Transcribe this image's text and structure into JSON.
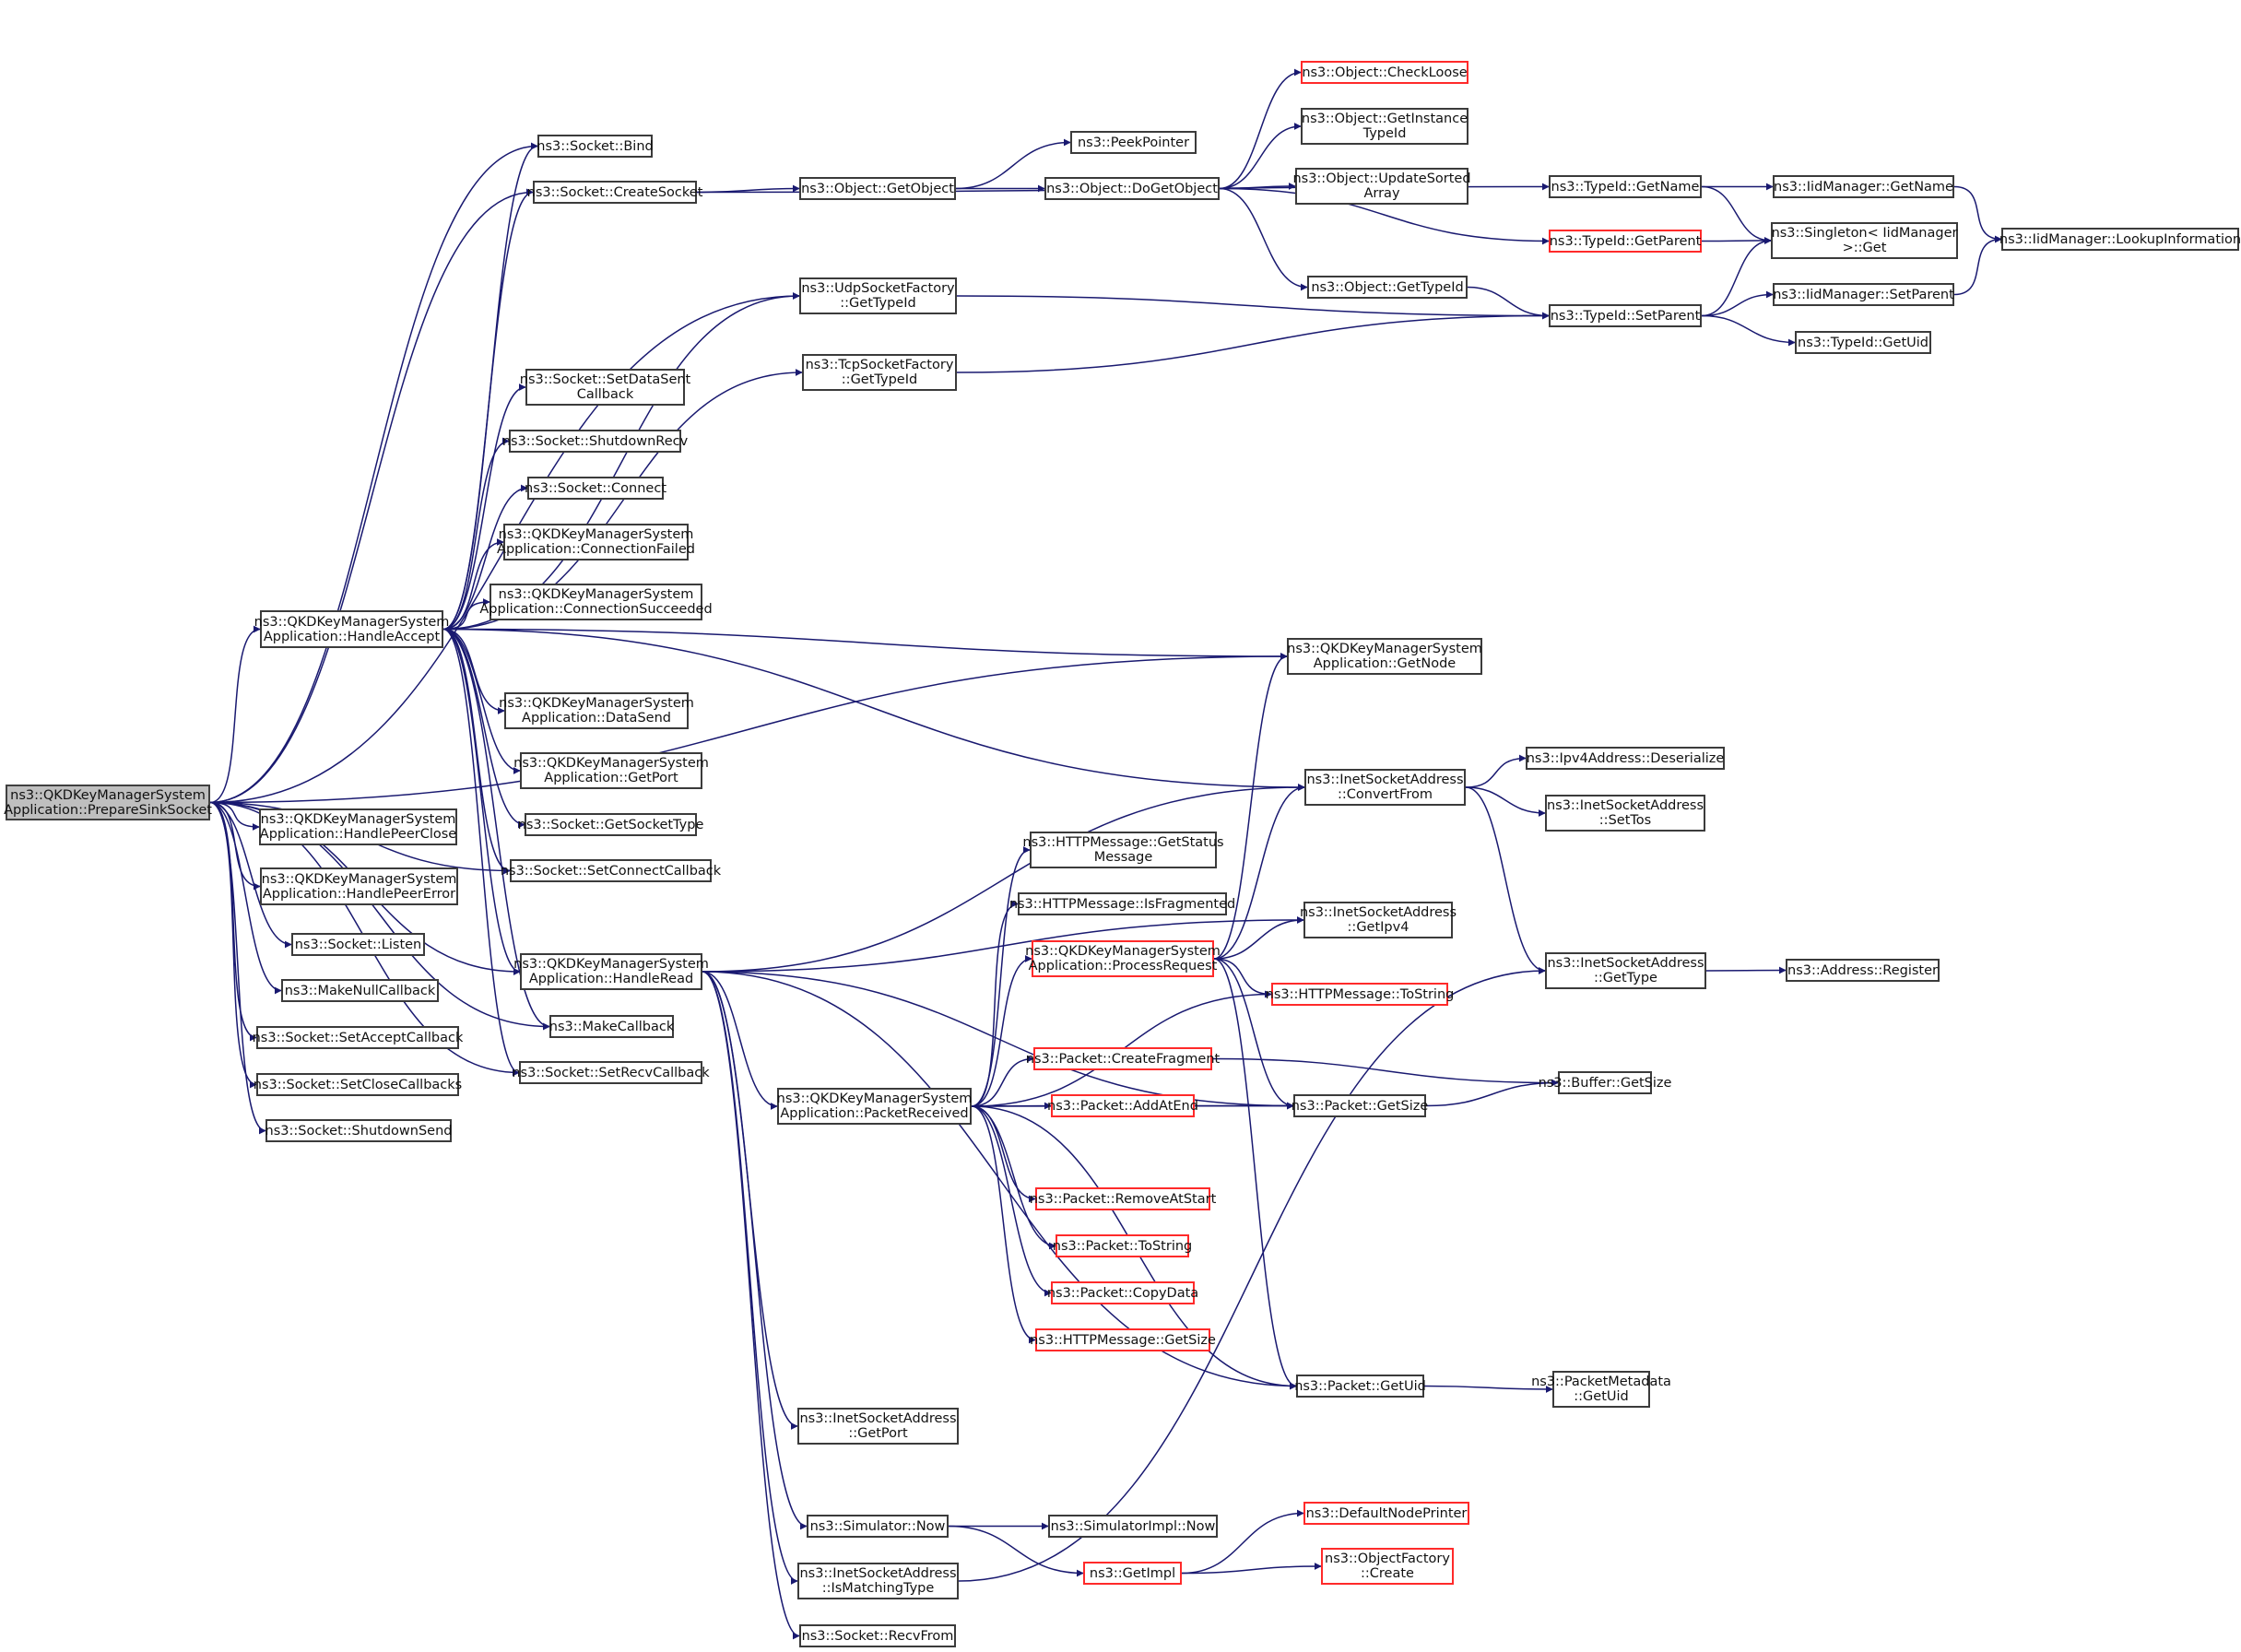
{
  "diagram": {
    "type": "call-graph",
    "colors": {
      "edge": "#191970",
      "root_fill": "#bfbfbf",
      "node_border": "#3b3b3b",
      "truncated_border": "#ff2a2a"
    },
    "nodes": [
      {
        "id": "root",
        "label": "ns3::QKDKeyManagerSystem\nApplication::PrepareSinkSocket",
        "style": "root"
      },
      {
        "id": "HandlePeerClose",
        "label": "ns3::QKDKeyManagerSystem\nApplication::HandlePeerClose"
      },
      {
        "id": "HandlePeerError",
        "label": "ns3::QKDKeyManagerSystem\nApplication::HandlePeerError"
      },
      {
        "id": "Listen",
        "label": "ns3::Socket::Listen"
      },
      {
        "id": "MakeNullCallback",
        "label": "ns3::MakeNullCallback"
      },
      {
        "id": "SetAcceptCallback",
        "label": "ns3::Socket::SetAcceptCallback"
      },
      {
        "id": "SetCloseCallbacks",
        "label": "ns3::Socket::SetCloseCallbacks"
      },
      {
        "id": "ShutdownSend",
        "label": "ns3::Socket::ShutdownSend"
      },
      {
        "id": "HandleAccept",
        "label": "ns3::QKDKeyManagerSystem\nApplication::HandleAccept"
      },
      {
        "id": "Bind",
        "label": "ns3::Socket::Bind"
      },
      {
        "id": "CreateSocket",
        "label": "ns3::Socket::CreateSocket"
      },
      {
        "id": "SetDataSentCallback",
        "label": "ns3::Socket::SetDataSent\nCallback"
      },
      {
        "id": "ShutdownRecv",
        "label": "ns3::Socket::ShutdownRecv"
      },
      {
        "id": "Connect",
        "label": "ns3::Socket::Connect"
      },
      {
        "id": "ConnectionFailed",
        "label": "ns3::QKDKeyManagerSystem\nApplication::ConnectionFailed"
      },
      {
        "id": "ConnectionSucceeded",
        "label": "ns3::QKDKeyManagerSystem\nApplication::ConnectionSucceeded"
      },
      {
        "id": "DataSend",
        "label": "ns3::QKDKeyManagerSystem\nApplication::DataSend"
      },
      {
        "id": "AppGetPort",
        "label": "ns3::QKDKeyManagerSystem\nApplication::GetPort"
      },
      {
        "id": "GetSocketType",
        "label": "ns3::Socket::GetSocketType"
      },
      {
        "id": "SetConnectCallback",
        "label": "ns3::Socket::SetConnectCallback"
      },
      {
        "id": "HandleRead",
        "label": "ns3::QKDKeyManagerSystem\nApplication::HandleRead"
      },
      {
        "id": "MakeCallback",
        "label": "ns3::MakeCallback"
      },
      {
        "id": "SetRecvCallback",
        "label": "ns3::Socket::SetRecvCallback"
      },
      {
        "id": "ObjGetObject",
        "label": "ns3::Object::GetObject"
      },
      {
        "id": "PeekPointer",
        "label": "ns3::PeekPointer"
      },
      {
        "id": "DoGetObject",
        "label": "ns3::Object::DoGetObject"
      },
      {
        "id": "CheckLoose",
        "label": "ns3::Object::CheckLoose",
        "style": "red"
      },
      {
        "id": "GetInstanceTypeId",
        "label": "ns3::Object::GetInstance\nTypeId"
      },
      {
        "id": "UpdateSortedArray",
        "label": "ns3::Object::UpdateSorted\nArray"
      },
      {
        "id": "ObjGetTypeId",
        "label": "ns3::Object::GetTypeId"
      },
      {
        "id": "UdpGetTypeId",
        "label": "ns3::UdpSocketFactory\n::GetTypeId"
      },
      {
        "id": "TcpGetTypeId",
        "label": "ns3::TcpSocketFactory\n::GetTypeId"
      },
      {
        "id": "TypeIdGetName",
        "label": "ns3::TypeId::GetName"
      },
      {
        "id": "TypeIdGetParent",
        "label": "ns3::TypeId::GetParent",
        "style": "red"
      },
      {
        "id": "TypeIdSetParent",
        "label": "ns3::TypeId::SetParent"
      },
      {
        "id": "IidGetName",
        "label": "ns3::IidManager::GetName"
      },
      {
        "id": "SingletonGet",
        "label": "ns3::Singleton< IidManager\n>::Get"
      },
      {
        "id": "IidSetParent",
        "label": "ns3::IidManager::SetParent"
      },
      {
        "id": "TypeIdGetUid",
        "label": "ns3::TypeId::GetUid"
      },
      {
        "id": "LookupInformation",
        "label": "ns3::IidManager::LookupInformation"
      },
      {
        "id": "GetNode",
        "label": "ns3::QKDKeyManagerSystem\nApplication::GetNode"
      },
      {
        "id": "ConvertFrom",
        "label": "ns3::InetSocketAddress\n::ConvertFrom"
      },
      {
        "id": "Deserialize",
        "label": "ns3::Ipv4Address::Deserialize"
      },
      {
        "id": "SetTos",
        "label": "ns3::InetSocketAddress\n::SetTos"
      },
      {
        "id": "GetIpv4",
        "label": "ns3::InetSocketAddress\n::GetIpv4"
      },
      {
        "id": "InetGetType",
        "label": "ns3::InetSocketAddress\n::GetType"
      },
      {
        "id": "AddressRegister",
        "label": "ns3::Address::Register"
      },
      {
        "id": "GetStatusMessage",
        "label": "ns3::HTTPMessage::GetStatus\nMessage"
      },
      {
        "id": "IsFragmented",
        "label": "ns3::HTTPMessage::IsFragmented"
      },
      {
        "id": "ProcessRequest",
        "label": "ns3::QKDKeyManagerSystem\nApplication::ProcessRequest",
        "style": "red"
      },
      {
        "id": "HttpToString",
        "label": "ns3::HTTPMessage::ToString",
        "style": "red"
      },
      {
        "id": "PacketReceived",
        "label": "ns3::QKDKeyManagerSystem\nApplication::PacketReceived"
      },
      {
        "id": "CreateFragment",
        "label": "ns3::Packet::CreateFragment",
        "style": "red"
      },
      {
        "id": "AddAtEnd",
        "label": "ns3::Packet::AddAtEnd",
        "style": "red"
      },
      {
        "id": "PacketGetSize",
        "label": "ns3::Packet::GetSize"
      },
      {
        "id": "BufferGetSize",
        "label": "ns3::Buffer::GetSize"
      },
      {
        "id": "RemoveAtStart",
        "label": "ns3::Packet::RemoveAtStart",
        "style": "red"
      },
      {
        "id": "PacketToString",
        "label": "ns3::Packet::ToString",
        "style": "red"
      },
      {
        "id": "CopyData",
        "label": "ns3::Packet::CopyData",
        "style": "red"
      },
      {
        "id": "HttpGetSize",
        "label": "ns3::HTTPMessage::GetSize",
        "style": "red"
      },
      {
        "id": "PacketGetUid",
        "label": "ns3::Packet::GetUid"
      },
      {
        "id": "MetadataGetUid",
        "label": "ns3::PacketMetadata\n::GetUid"
      },
      {
        "id": "InetGetPort",
        "label": "ns3::InetSocketAddress\n::GetPort"
      },
      {
        "id": "SimulatorNow",
        "label": "ns3::Simulator::Now"
      },
      {
        "id": "SimulatorImplNow",
        "label": "ns3::SimulatorImpl::Now"
      },
      {
        "id": "GetImpl",
        "label": "ns3::GetImpl",
        "style": "red"
      },
      {
        "id": "DefaultNodePrinter",
        "label": "ns3::DefaultNodePrinter",
        "style": "red"
      },
      {
        "id": "ObjectFactoryCreate",
        "label": "ns3::ObjectFactory\n::Create",
        "style": "red"
      },
      {
        "id": "IsMatchingType",
        "label": "ns3::InetSocketAddress\n::IsMatchingType"
      },
      {
        "id": "RecvFrom",
        "label": "ns3::Socket::RecvFrom"
      }
    ],
    "edges": [
      [
        "root",
        "Bind"
      ],
      [
        "root",
        "CreateSocket"
      ],
      [
        "root",
        "GetNode"
      ],
      [
        "root",
        "UdpGetTypeId"
      ],
      [
        "root",
        "HandleAccept"
      ],
      [
        "root",
        "SetConnectCallback"
      ],
      [
        "root",
        "HandleRead"
      ],
      [
        "root",
        "HandlePeerClose"
      ],
      [
        "root",
        "HandlePeerError"
      ],
      [
        "root",
        "Listen"
      ],
      [
        "root",
        "MakeNullCallback"
      ],
      [
        "root",
        "SetAcceptCallback"
      ],
      [
        "root",
        "SetCloseCallbacks"
      ],
      [
        "root",
        "ShutdownSend"
      ],
      [
        "root",
        "MakeCallback"
      ],
      [
        "root",
        "SetRecvCallback"
      ],
      [
        "HandleAccept",
        "Bind"
      ],
      [
        "HandleAccept",
        "CreateSocket"
      ],
      [
        "HandleAccept",
        "UdpGetTypeId"
      ],
      [
        "HandleAccept",
        "TcpGetTypeId"
      ],
      [
        "HandleAccept",
        "SetDataSentCallback"
      ],
      [
        "HandleAccept",
        "ShutdownRecv"
      ],
      [
        "HandleAccept",
        "Connect"
      ],
      [
        "HandleAccept",
        "ConnectionFailed"
      ],
      [
        "HandleAccept",
        "ConnectionSucceeded"
      ],
      [
        "HandleAccept",
        "GetNode"
      ],
      [
        "HandleAccept",
        "DataSend"
      ],
      [
        "HandleAccept",
        "AppGetPort"
      ],
      [
        "HandleAccept",
        "GetSocketType"
      ],
      [
        "HandleAccept",
        "SetConnectCallback"
      ],
      [
        "HandleAccept",
        "HandleRead"
      ],
      [
        "HandleAccept",
        "MakeCallback"
      ],
      [
        "HandleAccept",
        "SetRecvCallback"
      ],
      [
        "HandleAccept",
        "ConvertFrom"
      ],
      [
        "CreateSocket",
        "ObjGetObject"
      ],
      [
        "CreateSocket",
        "TypeIdGetName"
      ],
      [
        "ObjGetObject",
        "PeekPointer"
      ],
      [
        "ObjGetObject",
        "DoGetObject"
      ],
      [
        "DoGetObject",
        "CheckLoose"
      ],
      [
        "DoGetObject",
        "GetInstanceTypeId"
      ],
      [
        "DoGetObject",
        "UpdateSortedArray"
      ],
      [
        "DoGetObject",
        "TypeIdGetParent"
      ],
      [
        "DoGetObject",
        "ObjGetTypeId"
      ],
      [
        "ObjGetTypeId",
        "TypeIdSetParent"
      ],
      [
        "UdpGetTypeId",
        "TypeIdSetParent"
      ],
      [
        "TcpGetTypeId",
        "TypeIdSetParent"
      ],
      [
        "TypeIdGetName",
        "IidGetName"
      ],
      [
        "TypeIdGetName",
        "SingletonGet"
      ],
      [
        "TypeIdGetParent",
        "SingletonGet"
      ],
      [
        "TypeIdSetParent",
        "SingletonGet"
      ],
      [
        "TypeIdSetParent",
        "IidSetParent"
      ],
      [
        "TypeIdSetParent",
        "TypeIdGetUid"
      ],
      [
        "IidGetName",
        "LookupInformation"
      ],
      [
        "IidSetParent",
        "LookupInformation"
      ],
      [
        "HandleRead",
        "ConvertFrom"
      ],
      [
        "HandleRead",
        "GetIpv4"
      ],
      [
        "HandleRead",
        "PacketReceived"
      ],
      [
        "HandleRead",
        "PacketGetSize"
      ],
      [
        "HandleRead",
        "PacketGetUid"
      ],
      [
        "HandleRead",
        "InetGetPort"
      ],
      [
        "HandleRead",
        "SimulatorNow"
      ],
      [
        "HandleRead",
        "IsMatchingType"
      ],
      [
        "HandleRead",
        "RecvFrom"
      ],
      [
        "ConvertFrom",
        "Deserialize"
      ],
      [
        "ConvertFrom",
        "SetTos"
      ],
      [
        "ConvertFrom",
        "InetGetType"
      ],
      [
        "InetGetType",
        "AddressRegister"
      ],
      [
        "PacketReceived",
        "GetStatusMessage"
      ],
      [
        "PacketReceived",
        "IsFragmented"
      ],
      [
        "PacketReceived",
        "ProcessRequest"
      ],
      [
        "PacketReceived",
        "HttpToString"
      ],
      [
        "PacketReceived",
        "CreateFragment"
      ],
      [
        "PacketReceived",
        "AddAtEnd"
      ],
      [
        "PacketReceived",
        "PacketGetSize"
      ],
      [
        "PacketReceived",
        "RemoveAtStart"
      ],
      [
        "PacketReceived",
        "PacketToString"
      ],
      [
        "PacketReceived",
        "CopyData"
      ],
      [
        "PacketReceived",
        "HttpGetSize"
      ],
      [
        "PacketReceived",
        "PacketGetUid"
      ],
      [
        "ProcessRequest",
        "GetNode"
      ],
      [
        "ProcessRequest",
        "ConvertFrom"
      ],
      [
        "ProcessRequest",
        "GetIpv4"
      ],
      [
        "ProcessRequest",
        "HttpToString"
      ],
      [
        "ProcessRequest",
        "PacketGetSize"
      ],
      [
        "ProcessRequest",
        "PacketGetUid"
      ],
      [
        "CreateFragment",
        "BufferGetSize"
      ],
      [
        "AddAtEnd",
        "PacketGetSize"
      ],
      [
        "PacketGetSize",
        "BufferGetSize"
      ],
      [
        "PacketGetUid",
        "MetadataGetUid"
      ],
      [
        "SimulatorNow",
        "SimulatorImplNow"
      ],
      [
        "SimulatorNow",
        "GetImpl"
      ],
      [
        "GetImpl",
        "DefaultNodePrinter"
      ],
      [
        "GetImpl",
        "ObjectFactoryCreate"
      ],
      [
        "IsMatchingType",
        "InetGetType"
      ]
    ]
  }
}
